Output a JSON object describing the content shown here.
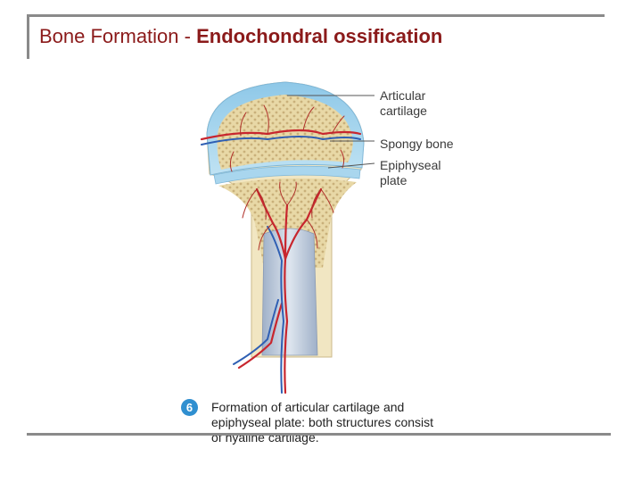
{
  "slide": {
    "title_plain": "Bone Formation - ",
    "title_bold": "Endochondral ossification"
  },
  "labels": {
    "articular": "Articular cartilage",
    "spongy": "Spongy bone",
    "epiphyseal": "Epiphyseal plate"
  },
  "step": {
    "number": "6",
    "caption": "Formation of articular cartilage and epiphyseal plate: both structures consist of hyaline cartilage."
  },
  "colors": {
    "title": "#8b1a1a",
    "cartilage": "#a9d6ee",
    "spongy_bone": "#e8d8a6",
    "compact_bone": "#f1e6c2",
    "artery": "#c8262e",
    "vein": "#2f5fb3",
    "badge": "#2f8fd0"
  }
}
